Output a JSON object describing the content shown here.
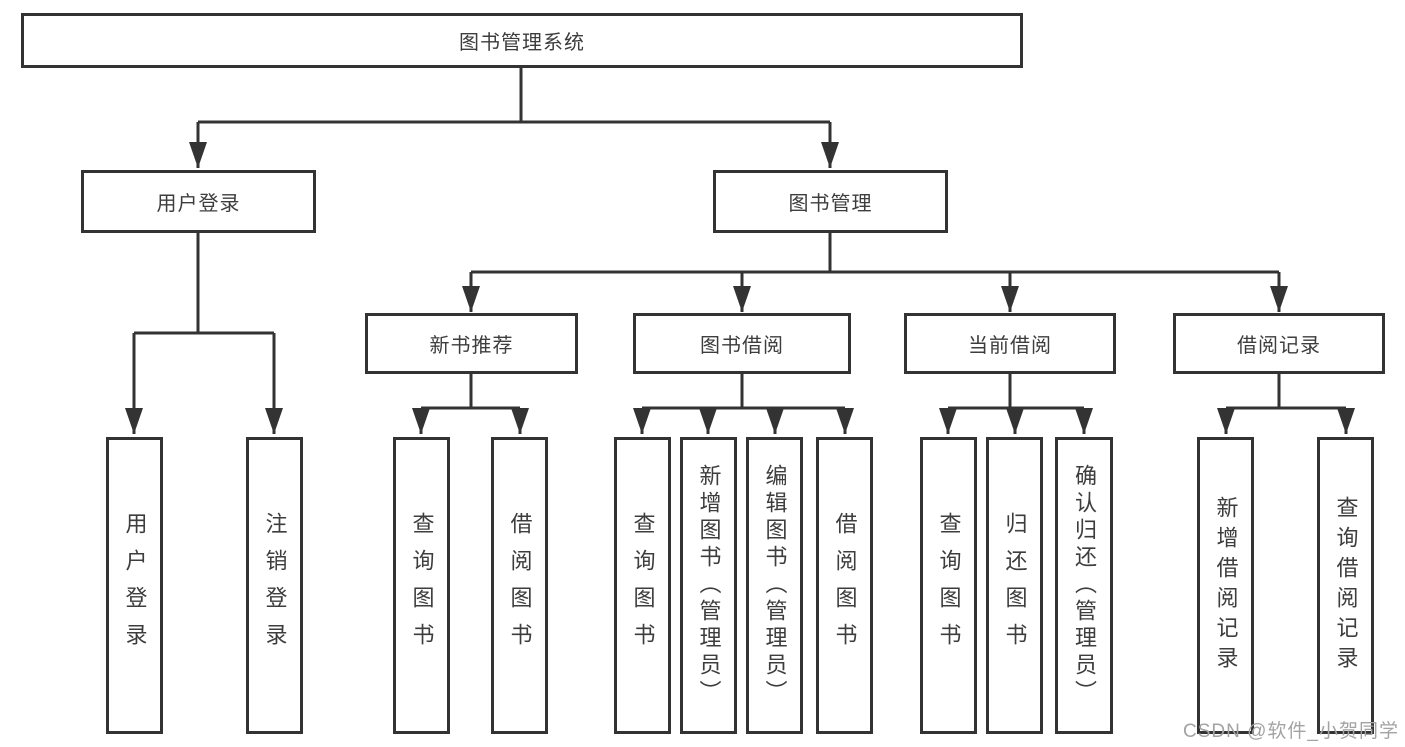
{
  "diagram": {
    "type": "tree",
    "root": {
      "label": "图书管理系统",
      "children": [
        {
          "label": "用户登录",
          "children": [
            {
              "label": "用户登录"
            },
            {
              "label": "注销登录"
            }
          ]
        },
        {
          "label": "图书管理",
          "children": [
            {
              "label": "新书推荐",
              "children": [
                {
                  "label": "查询图书"
                },
                {
                  "label": "借阅图书"
                }
              ]
            },
            {
              "label": "图书借阅",
              "children": [
                {
                  "label": "查询图书"
                },
                {
                  "label": "新增图书（管理员）"
                },
                {
                  "label": "编辑图书（管理员）"
                },
                {
                  "label": "借阅图书"
                }
              ]
            },
            {
              "label": "当前借阅",
              "children": [
                {
                  "label": "查询图书"
                },
                {
                  "label": "归还图书"
                },
                {
                  "label": "确认归还（管理员）"
                }
              ]
            },
            {
              "label": "借阅记录",
              "children": [
                {
                  "label": "新增借阅记录"
                },
                {
                  "label": "查询借阅记录"
                }
              ]
            }
          ]
        }
      ]
    }
  },
  "colors": {
    "line": "#333333",
    "box_border": "#333333",
    "text": "#3d3d3d",
    "watermark": "#a3a3a3",
    "background": "#ffffff"
  },
  "watermark": {
    "text": "CSDN @软件_小贺同学"
  }
}
